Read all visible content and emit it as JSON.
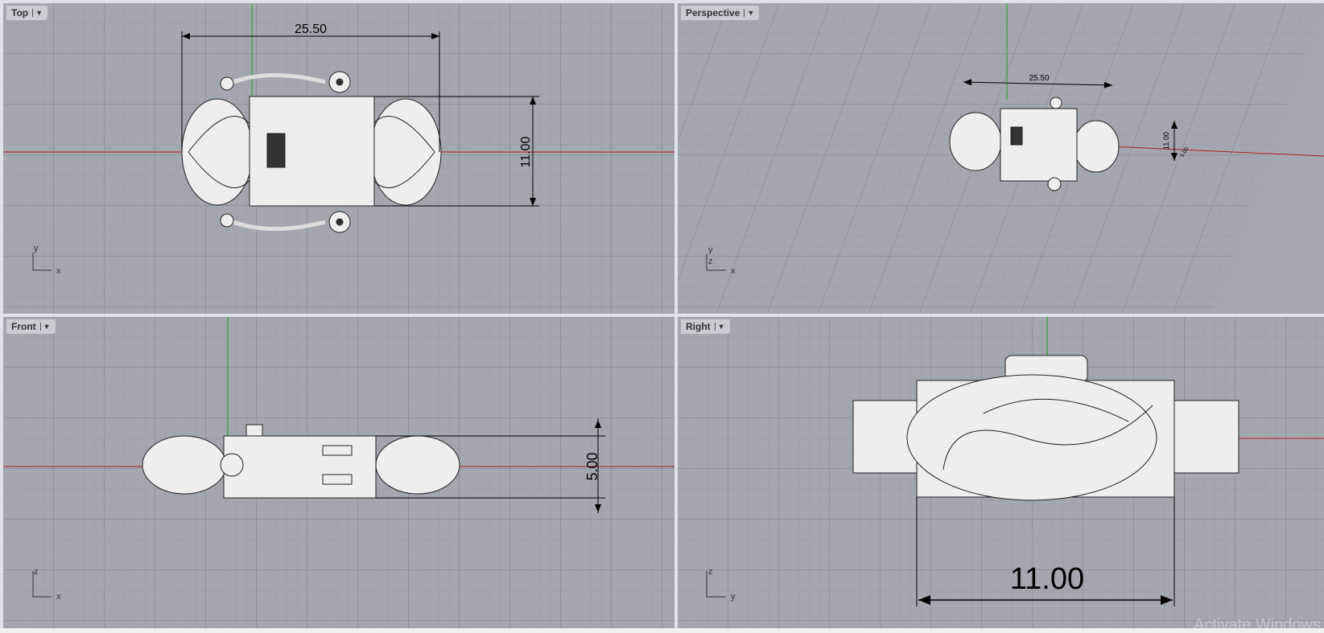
{
  "viewports": [
    {
      "name": "Top",
      "dimensions": [
        "25.50",
        "11.00"
      ],
      "axes": [
        "y",
        "x"
      ]
    },
    {
      "name": "Perspective",
      "dimensions": [
        "25.50",
        "11.00",
        "5.00"
      ],
      "axes": [
        "y",
        "z",
        "x"
      ]
    },
    {
      "name": "Front",
      "dimensions": [
        "5.00"
      ],
      "axes": [
        "z",
        "x"
      ]
    },
    {
      "name": "Right",
      "dimensions": [
        "11.00"
      ],
      "axes": [
        "z",
        "y"
      ]
    }
  ],
  "watermark": "Activate Windows",
  "colors": {
    "background": "#a3a7ae",
    "x_axis": "#b02020",
    "y_axis": "#20a020"
  }
}
